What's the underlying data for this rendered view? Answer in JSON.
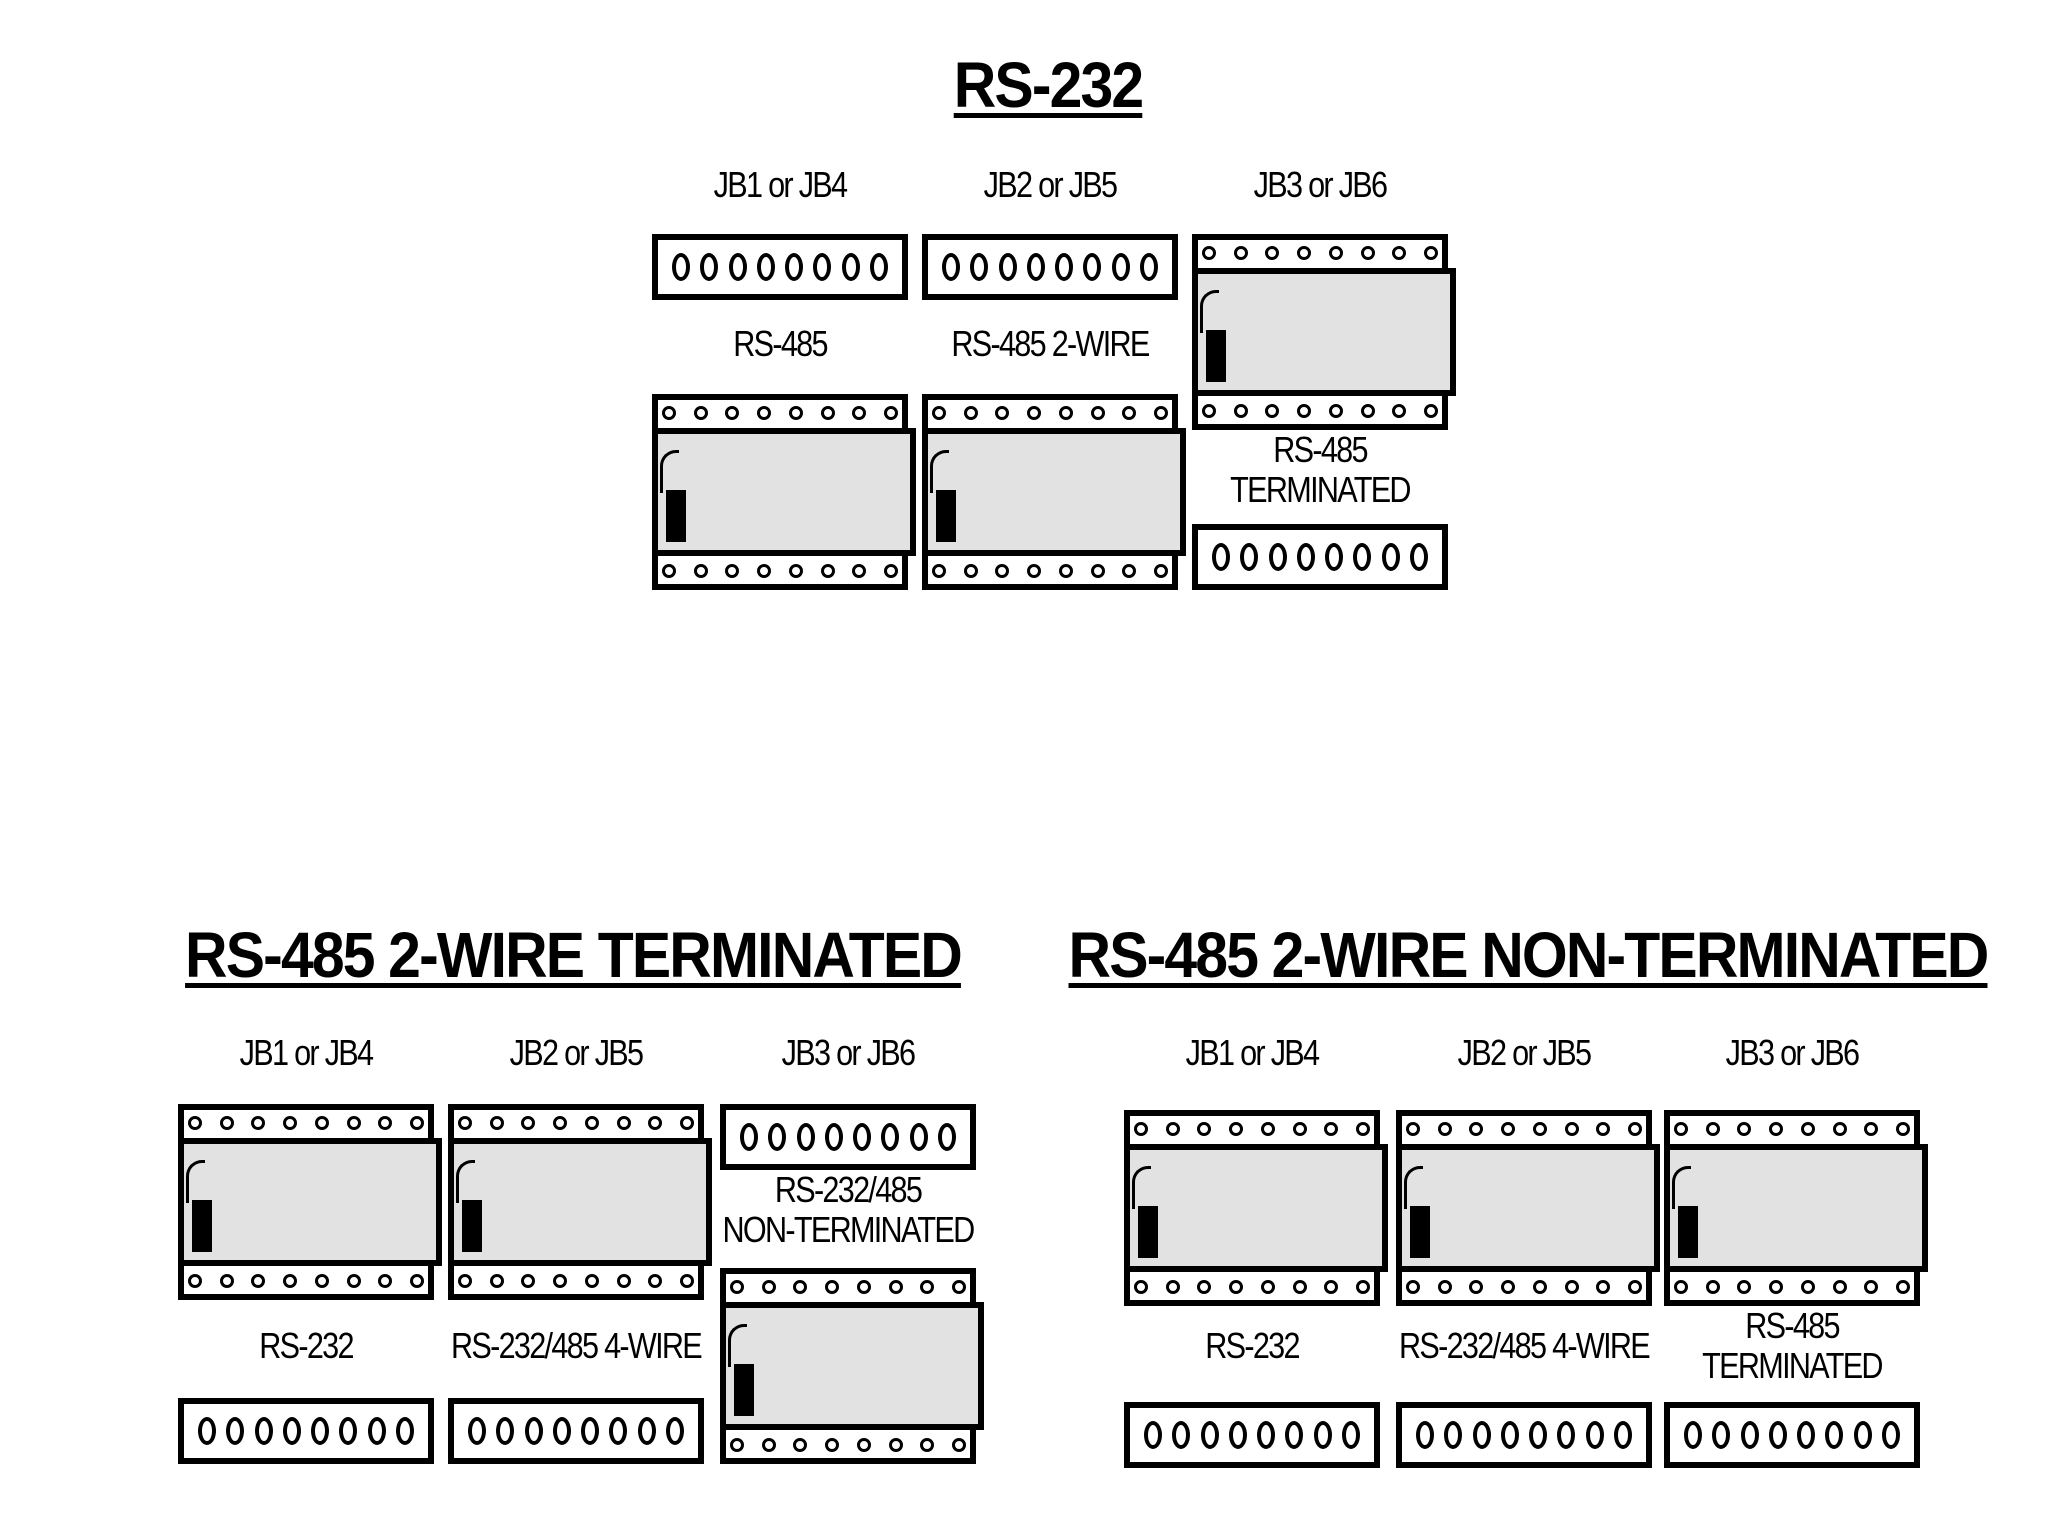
{
  "sections": [
    {
      "id": "rs232",
      "title": "RS-232",
      "headers": [
        "JB1 or JB4",
        "JB2 or JB5",
        "JB3 or JB6"
      ],
      "labels": [
        "RS-485",
        "RS-485 2-WIRE",
        "RS-485\nTERMINATED"
      ],
      "jumper_state": [
        "open-top",
        "open-top",
        "covered-top"
      ]
    },
    {
      "id": "rs485-2wire-terminated",
      "title": "RS-485 2-WIRE TERMINATED",
      "headers": [
        "JB1 or JB4",
        "JB2 or JB5",
        "JB3 or JB6"
      ],
      "labels": [
        "RS-232",
        "RS-232/485 4-WIRE",
        "RS-232/485\nNON-TERMINATED"
      ],
      "jumper_state": [
        "covered-top",
        "covered-top",
        "open-top"
      ]
    },
    {
      "id": "rs485-2wire-non-terminated",
      "title": "RS-485 2-WIRE NON-TERMINATED",
      "headers": [
        "JB1 or JB4",
        "JB2 or JB5",
        "JB3 or JB6"
      ],
      "labels": [
        "RS-232",
        "RS-232/485 4-WIRE",
        "RS-485\nTERMINATED"
      ],
      "jumper_state": [
        "covered-top",
        "covered-top",
        "covered-top"
      ]
    }
  ],
  "pins_per_header": 8
}
